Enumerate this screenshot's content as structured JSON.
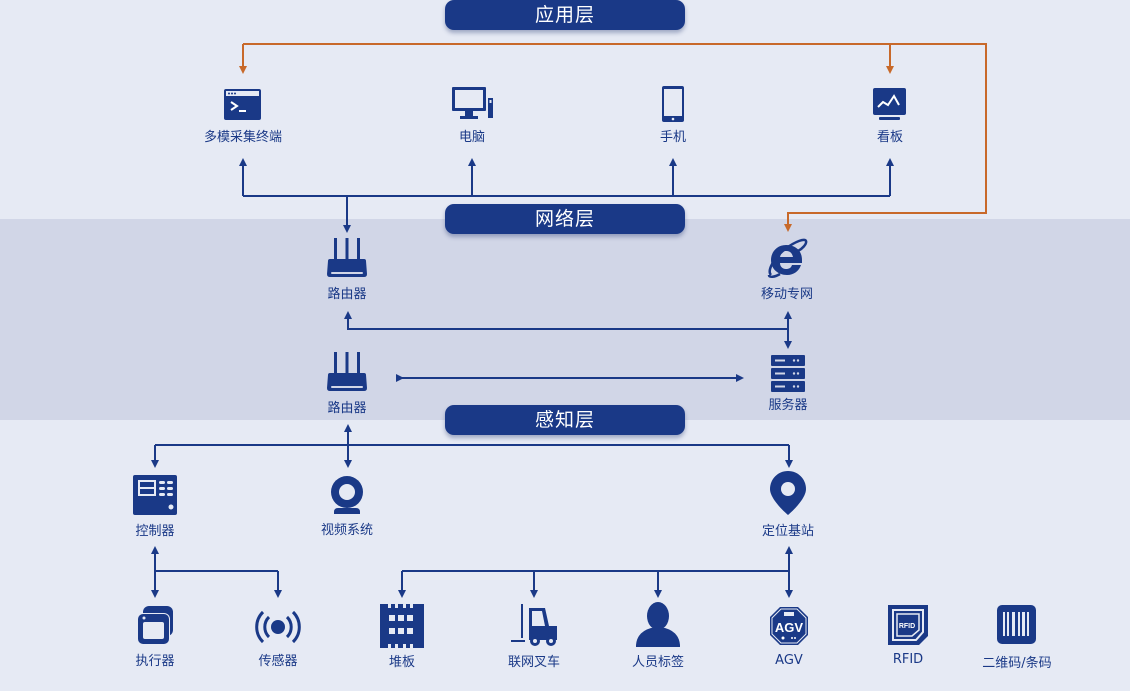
{
  "colors": {
    "primary": "#1a3987",
    "accent": "#c8692a",
    "app_bg": "#e6eaf4",
    "net_bg": "#d1d6e7"
  },
  "layers": {
    "application": {
      "title": "应用层"
    },
    "network": {
      "title": "网络层"
    },
    "perception": {
      "title": "感知层"
    }
  },
  "application_nodes": [
    {
      "label": "多模采集终端",
      "icon": "terminal-icon"
    },
    {
      "label": "电脑",
      "icon": "desktop-computer-icon"
    },
    {
      "label": "手机",
      "icon": "mobile-phone-icon"
    },
    {
      "label": "看板",
      "icon": "dashboard-monitor-icon"
    }
  ],
  "network_nodes": [
    {
      "label": "路由器",
      "icon": "router-icon"
    },
    {
      "label": "移动专网",
      "icon": "internet-explorer-icon"
    },
    {
      "label": "路由器",
      "icon": "router-icon"
    },
    {
      "label": "服务器",
      "icon": "server-icon"
    }
  ],
  "perception_nodes": [
    {
      "label": "控制器",
      "icon": "controller-icon"
    },
    {
      "label": "视频系统",
      "icon": "webcam-icon"
    },
    {
      "label": "定位基站",
      "icon": "location-pin-icon"
    }
  ],
  "device_nodes": [
    {
      "label": "执行器",
      "icon": "actuator-windows-icon"
    },
    {
      "label": "传感器",
      "icon": "sensor-broadcast-icon"
    },
    {
      "label": "堆板",
      "icon": "pallet-rack-icon"
    },
    {
      "label": "联网叉车",
      "icon": "forklift-icon"
    },
    {
      "label": "人员标签",
      "icon": "person-icon"
    },
    {
      "label": "AGV",
      "icon": "agv-icon",
      "icon_text": "AGV"
    },
    {
      "label": "RFID",
      "icon": "rfid-tag-icon",
      "icon_text": "RFID"
    },
    {
      "label": "二维码/条码",
      "icon": "barcode-icon"
    }
  ]
}
